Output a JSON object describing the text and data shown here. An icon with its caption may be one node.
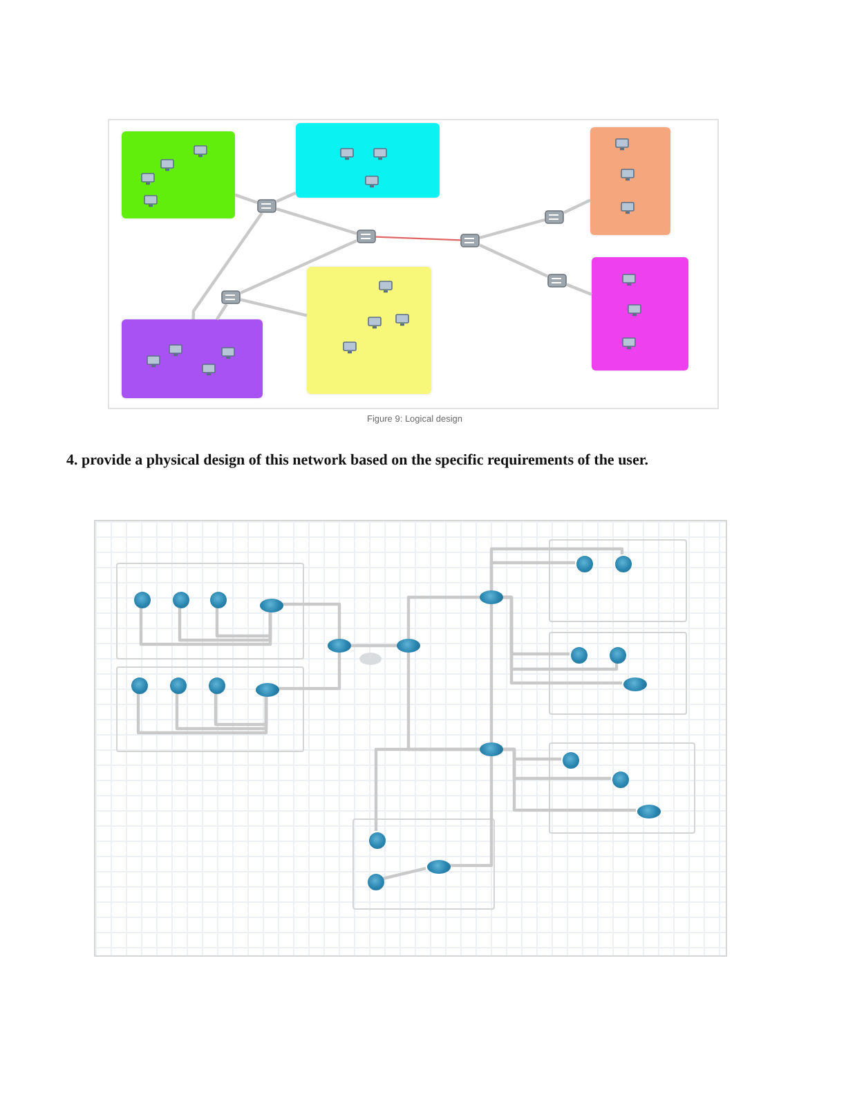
{
  "diagram": {
    "caption": "Figure 9: Logical design",
    "nodes": [
      {
        "text": [],
        "shape": "box"
      },
      {
        "text": [],
        "shape": "box"
      },
      {
        "text": [],
        "shape": "box"
      },
      {
        "text": [],
        "shape": "box"
      },
      {
        "text": [],
        "shape": "box"
      },
      {
        "text": [],
        "shape": "box"
      },
      {
        "text": [],
        "shape": "picture"
      },
      {
        "text": [],
        "shape": "picture"
      },
      {
        "text": [],
        "shape": "picture"
      },
      {
        "text": [],
        "shape": "picture"
      },
      {
        "text": [],
        "shape": "picture"
      },
      {
        "text": [],
        "shape": "picture"
      },
      {
        "text": [],
        "shape": "box"
      },
      {
        "text": [],
        "shape": "circle",
        "in": 12
      },
      {
        "text": [],
        "shape": "circle",
        "in": 12
      },
      {
        "text": [],
        "shape": "circle",
        "in": 12
      },
      {
        "text": [],
        "shape": "ellipse",
        "in": 12
      },
      {
        "text": [],
        "shape": "box"
      },
      {
        "text": [],
        "shape": "circle",
        "in": 17
      },
      {
        "text": [],
        "shape": "circle",
        "in": 17
      },
      {
        "text": [],
        "shape": "circle",
        "in": 17
      },
      {
        "text": [],
        "shape": "ellipse",
        "in": 17
      },
      {
        "text": [],
        "shape": "ellipse"
      },
      {
        "text": [],
        "shape": "ellipse"
      },
      {
        "text": [],
        "shape": "ellipse"
      },
      {
        "text": [],
        "shape": "ellipse"
      },
      {
        "text": [],
        "shape": "box"
      },
      {
        "text": [],
        "shape": "circle",
        "in": 26
      },
      {
        "text": [],
        "shape": "circle",
        "in": 26
      },
      {
        "text": [],
        "shape": "box"
      },
      {
        "text": [],
        "shape": "circle",
        "in": 29
      },
      {
        "text": [],
        "shape": "circle",
        "in": 29
      },
      {
        "text": [],
        "shape": "ellipse",
        "in": 29
      },
      {
        "text": [],
        "shape": "box"
      },
      {
        "text": [],
        "shape": "circle",
        "in": 33
      },
      {
        "text": [],
        "shape": "circle",
        "in": 33
      },
      {
        "text": [],
        "shape": "ellipse",
        "in": 33
      },
      {
        "text": [],
        "shape": "box"
      },
      {
        "text": [],
        "shape": "circle",
        "in": 37
      },
      {
        "text": [],
        "shape": "circle",
        "in": 37
      },
      {
        "text": [],
        "shape": "ellipse",
        "in": 37
      }
    ],
    "edges": [
      {
        "from": 6,
        "to": 0,
        "arrow": "none"
      },
      {
        "from": 6,
        "to": 1,
        "arrow": "none"
      },
      {
        "from": 6,
        "to": 7,
        "arrow": "none"
      },
      {
        "from": 6,
        "to": 5,
        "arrow": "none"
      },
      {
        "from": 7,
        "to": 8,
        "arrow": "none",
        "color": "#e06666"
      },
      {
        "from": 8,
        "to": 9,
        "arrow": "none"
      },
      {
        "from": 8,
        "to": 10,
        "arrow": "none"
      },
      {
        "from": 9,
        "to": 2,
        "arrow": "none"
      },
      {
        "from": 10,
        "to": 3,
        "arrow": "none"
      },
      {
        "from": 11,
        "to": 5,
        "arrow": "none"
      },
      {
        "from": 11,
        "to": 4,
        "arrow": "none"
      },
      {
        "from": 7,
        "to": 11,
        "arrow": "none"
      },
      {
        "from": 13,
        "to": 16,
        "arrow": "none"
      },
      {
        "from": 14,
        "to": 16,
        "arrow": "none"
      },
      {
        "from": 15,
        "to": 16,
        "arrow": "none"
      },
      {
        "from": 18,
        "to": 21,
        "arrow": "none"
      },
      {
        "from": 19,
        "to": 21,
        "arrow": "none"
      },
      {
        "from": 20,
        "to": 21,
        "arrow": "none"
      },
      {
        "from": 16,
        "to": 22,
        "arrow": "none"
      },
      {
        "from": 21,
        "to": 22,
        "arrow": "none"
      },
      {
        "from": 22,
        "to": 23,
        "arrow": "none"
      },
      {
        "from": 23,
        "to": 24,
        "arrow": "none"
      },
      {
        "from": 23,
        "to": 25,
        "arrow": "none"
      },
      {
        "from": 24,
        "to": 25,
        "arrow": "none"
      },
      {
        "from": 24,
        "to": 27,
        "arrow": "none"
      },
      {
        "from": 24,
        "to": 28,
        "arrow": "none"
      },
      {
        "from": 24,
        "to": 30,
        "arrow": "none"
      },
      {
        "from": 24,
        "to": 31,
        "arrow": "none"
      },
      {
        "from": 24,
        "to": 32,
        "arrow": "none"
      },
      {
        "from": 25,
        "to": 34,
        "arrow": "none"
      },
      {
        "from": 25,
        "to": 35,
        "arrow": "none"
      },
      {
        "from": 25,
        "to": 36,
        "arrow": "none"
      },
      {
        "from": 25,
        "to": 38,
        "arrow": "none"
      },
      {
        "from": 25,
        "to": 40,
        "arrow": "none"
      },
      {
        "from": 39,
        "to": 40,
        "arrow": "none"
      }
    ],
    "labels": [
      "4. provide a physical design of this network based on the specific requirements of the user."
    ]
  }
}
